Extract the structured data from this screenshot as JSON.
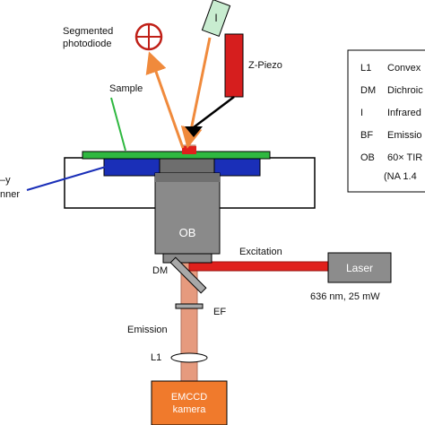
{
  "labels": {
    "segmented_photodiode_line1": "Segmented",
    "segmented_photodiode_line2": "photodiode",
    "infrared_source": "I",
    "z_piezo": "Z-Piezo",
    "sample": "Sample",
    "scanner_line1": "–y",
    "scanner_line2": "nner",
    "objective": "OB",
    "excitation": "Excitation",
    "laser": "Laser",
    "laser_spec": "636 nm, 25 mW",
    "dichroic_mirror": "DM",
    "emission_filter": "EF",
    "emission": "Emission",
    "lens": "L1",
    "camera_line1": "EMCCD",
    "camera_line2": "kamera"
  },
  "legend": {
    "rows": [
      {
        "abbr": "L1",
        "text": "Convex"
      },
      {
        "abbr": "DM",
        "text": "Dichroic"
      },
      {
        "abbr": "I",
        "text": "Infrared"
      },
      {
        "abbr": "BF",
        "text": "Emissio"
      },
      {
        "abbr": "OB",
        "text": "60× TIR"
      },
      {
        "abbr": "",
        "text": "(NA 1.4"
      }
    ]
  },
  "colors": {
    "excitation_beam": "#e0201c",
    "emission_beam": "#e69a7e",
    "reflected_beam": "#f08a3c",
    "objective": "#8a8a8a",
    "camera": "#f07a2c",
    "laser_box": "#8c8c8c",
    "stage_blue": "#1a2fb8",
    "sample_green": "#2fb840",
    "infrared_box": "#c8ecd0",
    "piezo": "#d61e1e"
  }
}
